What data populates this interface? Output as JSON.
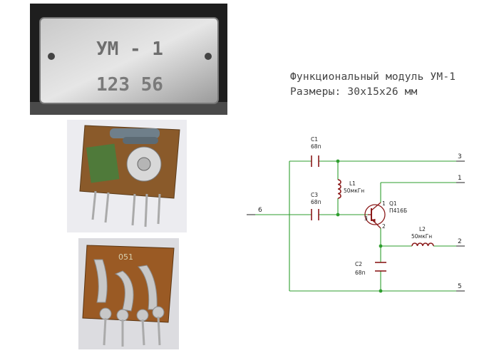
{
  "photos": {
    "casing_marking_top": "УМ - 1",
    "casing_marking_bottom": "123 56",
    "board_marking": "051"
  },
  "caption": {
    "title": "Функциональный модуль УМ-1",
    "size": "Размеры: 30x15x26 мм"
  },
  "schematic": {
    "components": {
      "c1": {
        "ref": "C1",
        "value": "68п"
      },
      "c3": {
        "ref": "C3",
        "value": "68п"
      },
      "c2": {
        "ref": "C2",
        "value": "68п"
      },
      "l1": {
        "ref": "L1",
        "value": "50мкГн"
      },
      "l2": {
        "ref": "L2",
        "value": "50мкГн"
      },
      "q1": {
        "ref": "Q1",
        "value": "П416Б"
      }
    },
    "pins": {
      "p1": "1",
      "p2": "2",
      "p3": "3",
      "p5": "5",
      "p6": "6"
    },
    "transistor_pins": {
      "b": "3",
      "c": "1",
      "e": "2"
    },
    "colors": {
      "wire": "#2e9e2e",
      "component": "#8b1a1a",
      "node": "#2e9e2e"
    }
  }
}
